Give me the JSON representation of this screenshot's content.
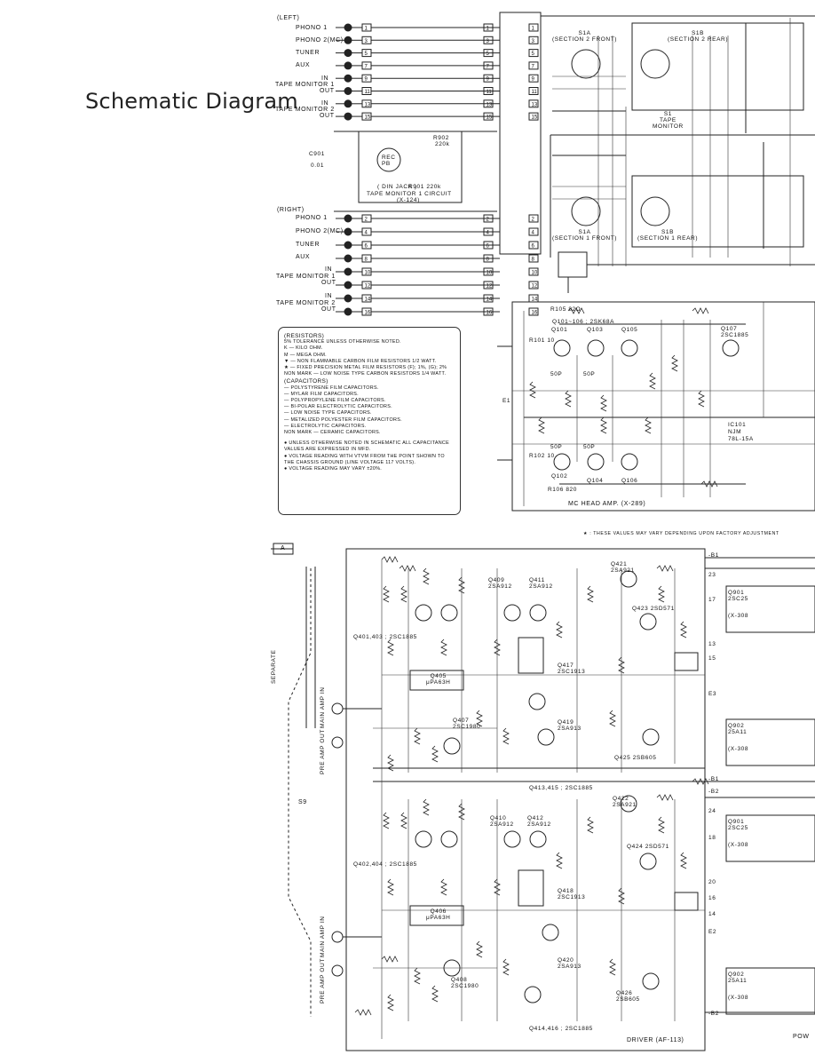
{
  "title": "Schematic Diagram",
  "inputs_left": {
    "heading": "(LEFT)",
    "labels": [
      "PHONO 1",
      "PHONO 2(MC)",
      "TUNER",
      "AUX",
      "IN",
      "OUT",
      "IN",
      "OUT"
    ],
    "tape_labels": [
      "TAPE MONITOR 1",
      "TAPE MONITOR 2"
    ],
    "pins": [
      "1",
      "3",
      "5",
      "7",
      "9",
      "11",
      "13",
      "15"
    ]
  },
  "inputs_right": {
    "heading": "(RIGHT)",
    "labels": [
      "PHONO 1",
      "PHONO 2(MC)",
      "TUNER",
      "AUX",
      "IN",
      "OUT",
      "IN",
      "OUT"
    ],
    "tape_labels": [
      "TAPE MONITOR 1",
      "TAPE MONITOR 2"
    ],
    "pins": [
      "2",
      "4",
      "6",
      "8",
      "10",
      "12",
      "14",
      "16"
    ]
  },
  "din": {
    "label1": "( DIN JACK )",
    "label2": "TAPE MONITOR 1 CIRCUIT",
    "label3": "(X-124)",
    "plug": "REC\nPB",
    "r_top": "R902",
    "r_top_val": "220k",
    "r_bot": "R901 220k",
    "c": "C901",
    "c_val": "0.01"
  },
  "switches": {
    "s1a": "S1A\n(SECTION 2 FRONT)",
    "s1b": "S1B\n(SECTION 2 REAR)",
    "s1": "S1\nTAPE\nMONITOR",
    "s1c": "S1A\n(SECTION 1 FRONT)",
    "s1d": "S1B\n(SECTION 1 REAR)"
  },
  "notes": {
    "resistors_heading": "(RESISTORS)",
    "resistors": [
      "5% TOLERANCE UNLESS OTHERWISE NOTED.",
      "K — KILO OHM.",
      "M — MEGA OHM.",
      "▼ — NON FLAMMABLE CARBON FILM RESISTORS 1/2 WATT.",
      "★ — FIXED PRECISION METAL FILM RESISTORS (F); 1%, (G); 2%",
      "NON MARK — LOW NOISE TYPE CARBON RESISTORS 1/4 WATT."
    ],
    "capacitors_heading": "(CAPACITORS)",
    "capacitors": [
      "— POLYSTYRENE FILM CAPACITORS.",
      "— MYLAR FILM CAPACITORS.",
      "— POLYPROPYLENE FILM CAPACITORS.",
      "— BI-POLAR ELECTROLYTIC CAPACITORS.",
      "— LOW NOISE TYPE CAPACITORS.",
      "— METALIZED POLYESTER FILM CAPACITORS.",
      "— ELECTROLYTIC CAPACITORS.",
      "NON MARK — CERAMIC CAPACITORS."
    ],
    "general": [
      "● UNLESS OTHERWISE NOTED IN SCHEMATIC ALL CAPACITANCE",
      "  VALUES ARE EXPRESSED IN MFD.",
      "● VOLTAGE READING WITH VTVM FROM THE POINT SHOWN TO",
      "  THE CHASSIS GROUND (LINE VOLTAGE 117 VOLTS).",
      "● VOLTAGE READING MAY VARY ±20%."
    ]
  },
  "mc_head": {
    "label": "MC HEAD AMP. (X-289)",
    "footnote": "★ : THESE VALUES MAY VARY DEPENDING UPON FACTORY ADJUSTMENT",
    "q_top": "Q101~106 ; 2SK68A",
    "q107": "Q107\n2SC1885",
    "ic": "IC101\nNJM\n78L-15A",
    "e1": "E1",
    "transistors": [
      "Q101",
      "Q103",
      "Q105",
      "Q102",
      "Q104",
      "Q106"
    ],
    "resistors": [
      "R105 82Ω",
      "R101 10",
      "R102 10",
      "R106 820"
    ],
    "caps": [
      "50P",
      "50P",
      "50P",
      "50P"
    ]
  },
  "driver": {
    "label": "DRIVER (AF-113)",
    "corner": "POW",
    "a_label": "A",
    "s9": "S9",
    "left_jacks": [
      "MAIN AMP IN",
      "PRE AMP OUT",
      "MAIN AMP IN",
      "PRE AMP OUT"
    ],
    "separate": "SEPARATE",
    "bus": [
      "-B1",
      "23",
      "17",
      "13",
      "15",
      "E3",
      "-B1",
      "-B2",
      "24",
      "18",
      "20",
      "16",
      "14",
      "E2",
      "-B2"
    ],
    "top_group": [
      "Q401,403 ; 2SC1885",
      "Q405\nμPA63H",
      "Q407\n2SC1980",
      "Q409\n2SA912",
      "Q411\n2SA912",
      "Q413,415 ; 2SC1885",
      "Q417\n2SC1913",
      "Q419\n2SA913",
      "Q421\n2SA921",
      "Q423 2SD571",
      "Q425 2SB605"
    ],
    "bottom_group": [
      "Q402,404 ; 2SC1885",
      "Q406\nμPA63H",
      "Q408\n2SC1980",
      "Q410\n2SA912",
      "Q412\n2SA912",
      "Q414,416 ; 2SC1885",
      "Q418\n2SC1913",
      "Q420\n2SA913",
      "Q422\n2SA921",
      "Q424 2SD571",
      "Q426\n2SB605"
    ],
    "x_refs": [
      "Q901\n2SC25",
      "(X-308",
      "Q902\n25A11",
      "(X-308",
      "Q901\n2SC25",
      "(X-308",
      "Q902\n25A11",
      "(X-308"
    ]
  }
}
